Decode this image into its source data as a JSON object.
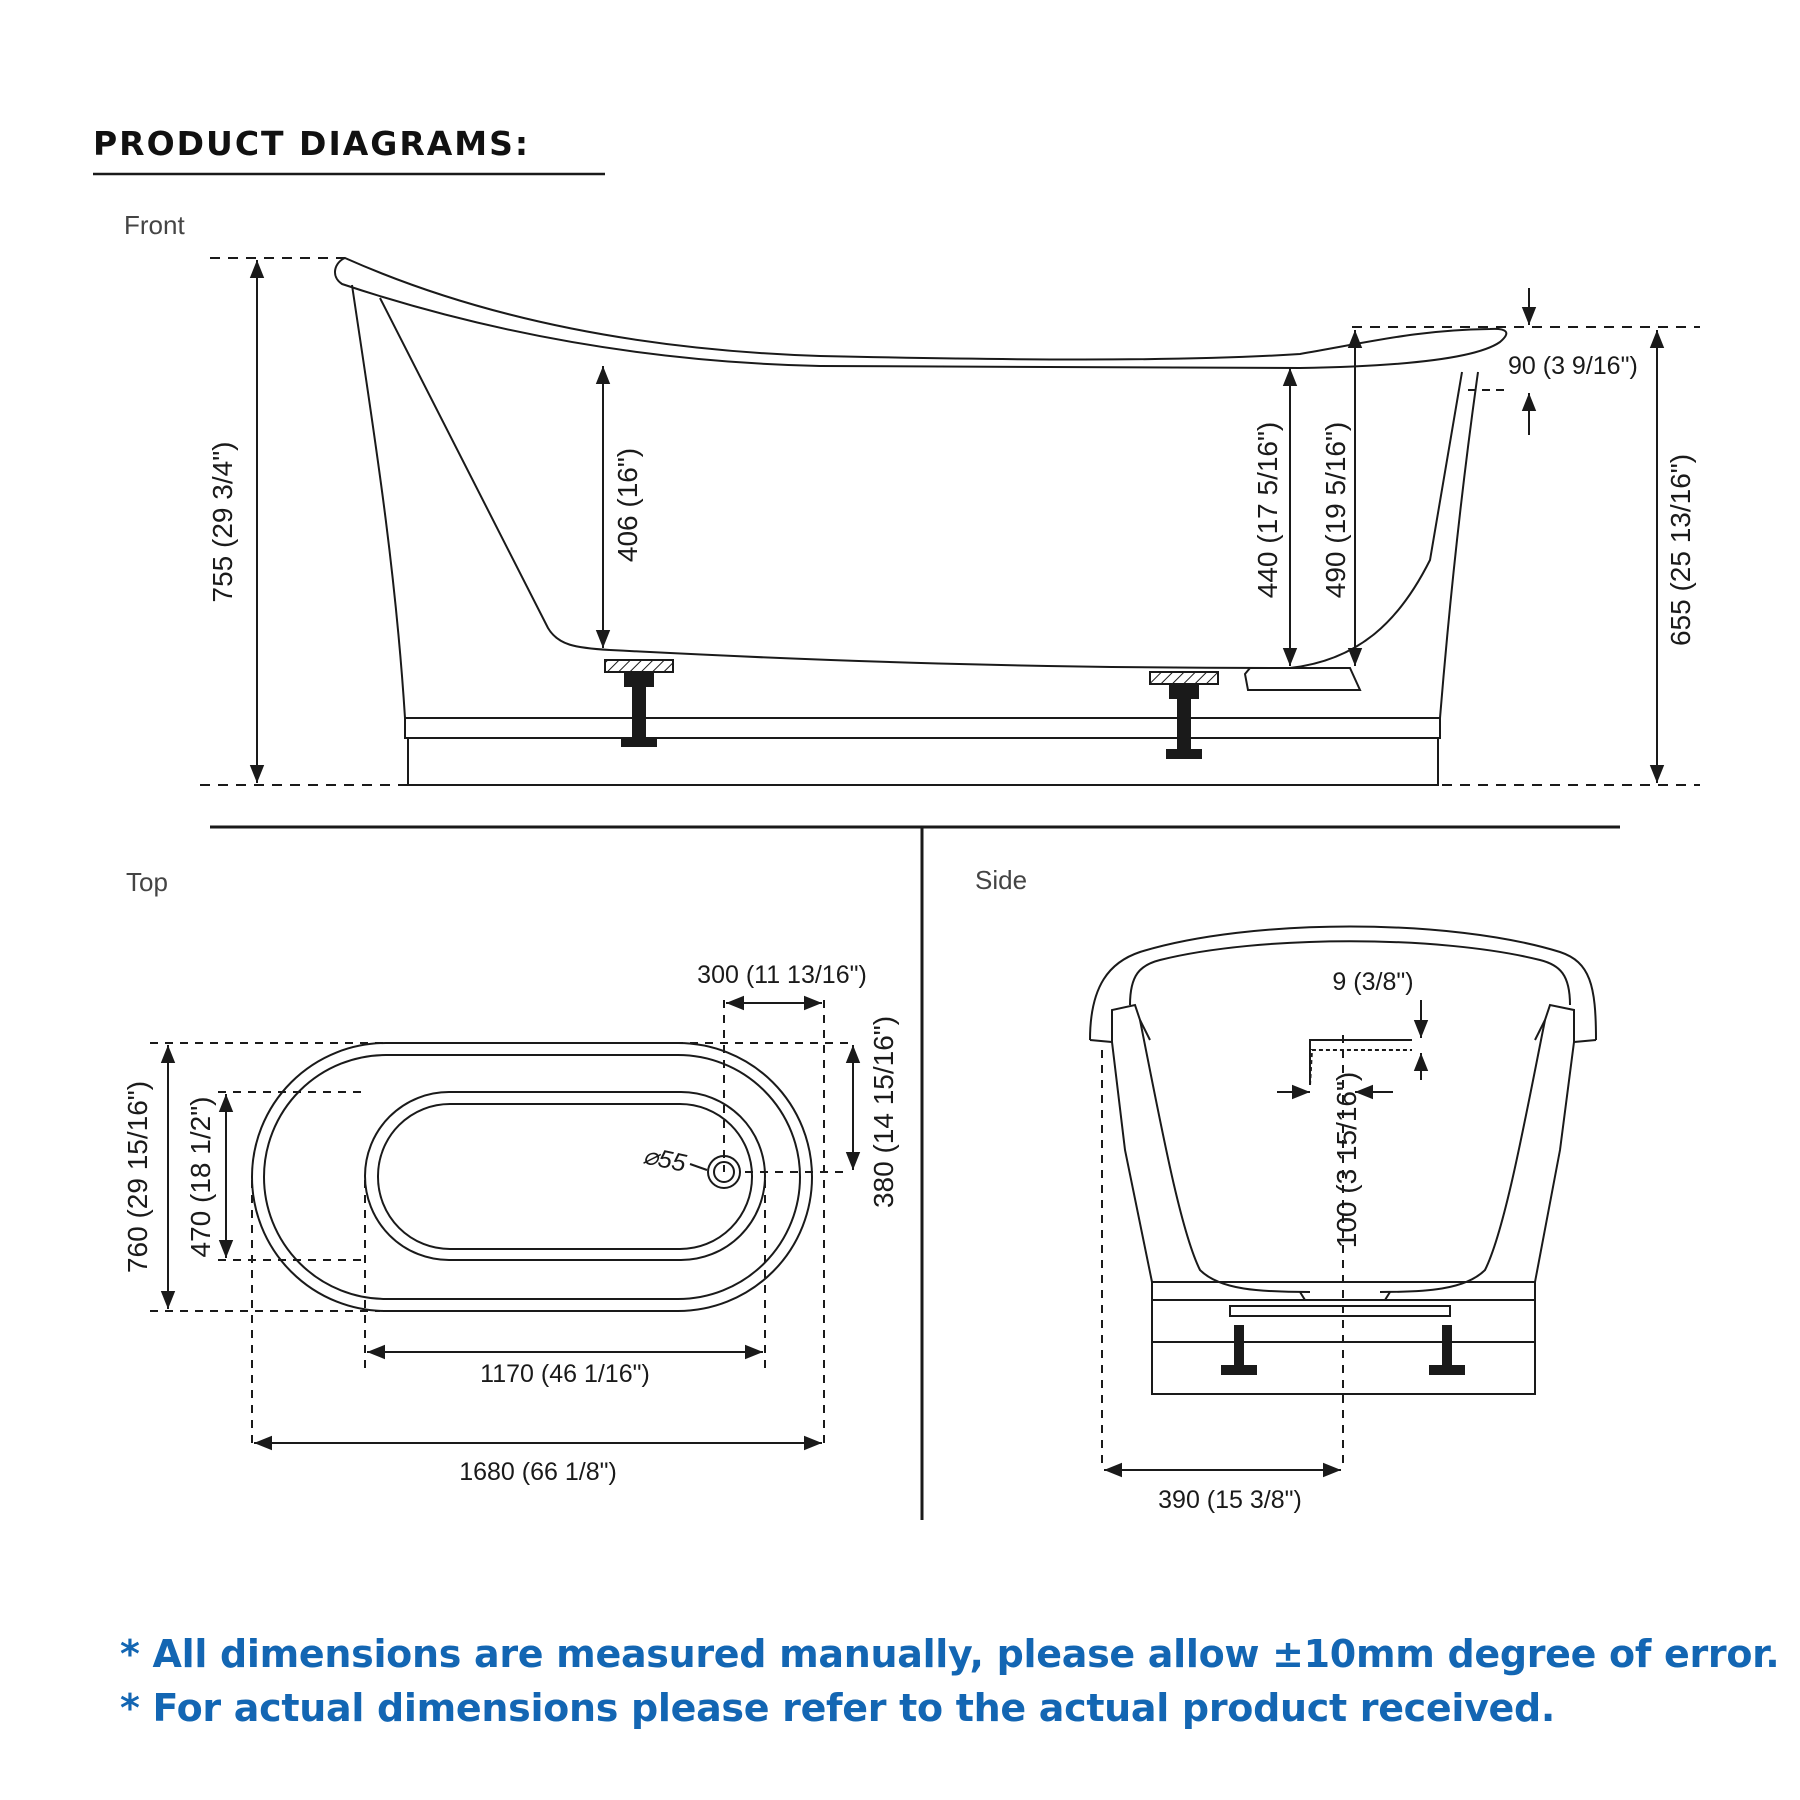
{
  "title": "PRODUCT DIAGRAMS:",
  "views": {
    "front": {
      "label": "Front",
      "dims": {
        "overall_height": "755 (29 3/4\")",
        "inner_depth_low": "406 (16\")",
        "inner_depth_mid": "440 (17 5/16\")",
        "inner_depth_high": "490 (19 5/16\")",
        "rim_drop": "90 (3 9/16\")",
        "end_height": "655 (25 13/16\")"
      }
    },
    "top": {
      "label": "Top",
      "dims": {
        "overall_width": "760 (29 15/16\")",
        "inner_width": "470 (18 1/2\")",
        "drain_offset_x": "300 (11 13/16\")",
        "drain_offset_y": "380 (14 15/16\")",
        "drain_diameter": "⌀55",
        "inner_length": "1170 (46 1/16\")",
        "overall_length": "1680 (66 1/8\")"
      }
    },
    "side": {
      "label": "Side",
      "dims": {
        "rim_thickness": "9 (3/8\")",
        "drain_height": "100 (3 15/16\")",
        "half_width": "390 (15 3/8\")"
      }
    }
  },
  "notes": {
    "line1": "* All dimensions are measured manually, please allow ±10mm degree of error.",
    "line2": "* For actual dimensions please refer to the actual product received."
  },
  "colors": {
    "note_text": "#1366b3",
    "lines": "#1a1a1a"
  }
}
